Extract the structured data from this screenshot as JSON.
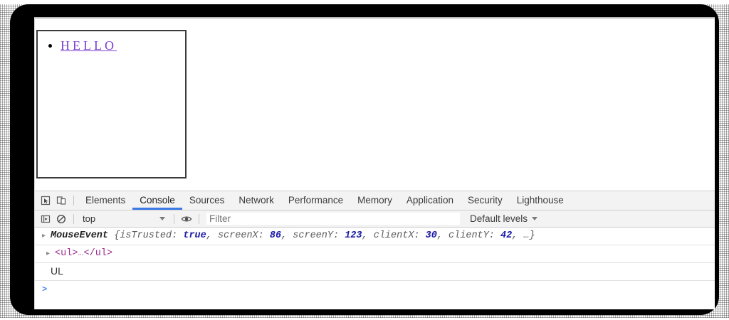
{
  "page": {
    "list_items": [
      {
        "text": "HELLO",
        "kind": "visited-link"
      }
    ],
    "link_color": "#7b3fd1"
  },
  "devtools": {
    "toolbar_icons": [
      {
        "name": "inspect-element-icon",
        "title": "Inspect element"
      },
      {
        "name": "device-toolbar-icon",
        "title": "Toggle device toolbar"
      }
    ],
    "tabs": [
      {
        "label": "Elements",
        "active": false
      },
      {
        "label": "Console",
        "active": true
      },
      {
        "label": "Sources",
        "active": false
      },
      {
        "label": "Network",
        "active": false
      },
      {
        "label": "Performance",
        "active": false
      },
      {
        "label": "Memory",
        "active": false
      },
      {
        "label": "Application",
        "active": false
      },
      {
        "label": "Security",
        "active": false
      },
      {
        "label": "Lighthouse",
        "active": false
      }
    ],
    "active_tab_underline_color": "#3a79e6",
    "filter_bar": {
      "sidebar_icon": "console-sidebar-icon",
      "clear_icon": "clear-console-icon",
      "context": "top",
      "eye_icon": "live-expression-eye-icon",
      "filter_placeholder": "Filter",
      "filter_value": "",
      "levels": "Default levels"
    },
    "console_rows": [
      {
        "type": "object",
        "disclosure": "▸",
        "object_name": "MouseEvent",
        "segments": [
          {
            "text": " {isTrusted: ",
            "style": "body"
          },
          {
            "text": "true",
            "style": "value"
          },
          {
            "text": ", screenX: ",
            "style": "body"
          },
          {
            "text": "86",
            "style": "value"
          },
          {
            "text": ", screenY: ",
            "style": "body"
          },
          {
            "text": "123",
            "style": "value"
          },
          {
            "text": ", clientX: ",
            "style": "body"
          },
          {
            "text": "30",
            "style": "value"
          },
          {
            "text": ", clientY: ",
            "style": "body"
          },
          {
            "text": "42",
            "style": "value"
          },
          {
            "text": ", …}",
            "style": "body"
          }
        ]
      },
      {
        "type": "node",
        "disclosure": "▸",
        "open_tag": "<ul>",
        "ellipsis": "…",
        "close_tag": "</ul>"
      },
      {
        "type": "plain",
        "text": "UL"
      }
    ],
    "prompt": ">"
  }
}
